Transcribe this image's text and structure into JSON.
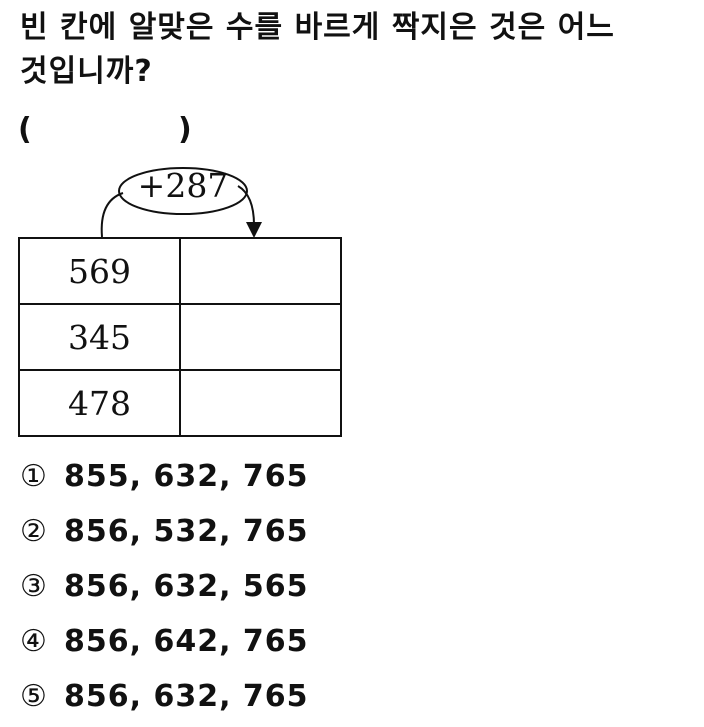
{
  "question": {
    "line1": "빈 칸에 알맞은 수를 바르게 짝지은 것은 어느",
    "line2": "것입니까?",
    "blank_open": "(",
    "blank_close": ")"
  },
  "diagram": {
    "operation": "+287",
    "rows": [
      "569",
      "345",
      "478"
    ]
  },
  "options": [
    {
      "mark": "①",
      "text": "855,  632,  765"
    },
    {
      "mark": "②",
      "text": "856,  532,  765"
    },
    {
      "mark": "③",
      "text": "856,  632,  565"
    },
    {
      "mark": "④",
      "text": "856,  642,  765"
    },
    {
      "mark": "⑤",
      "text": "856,  632,  765"
    }
  ]
}
